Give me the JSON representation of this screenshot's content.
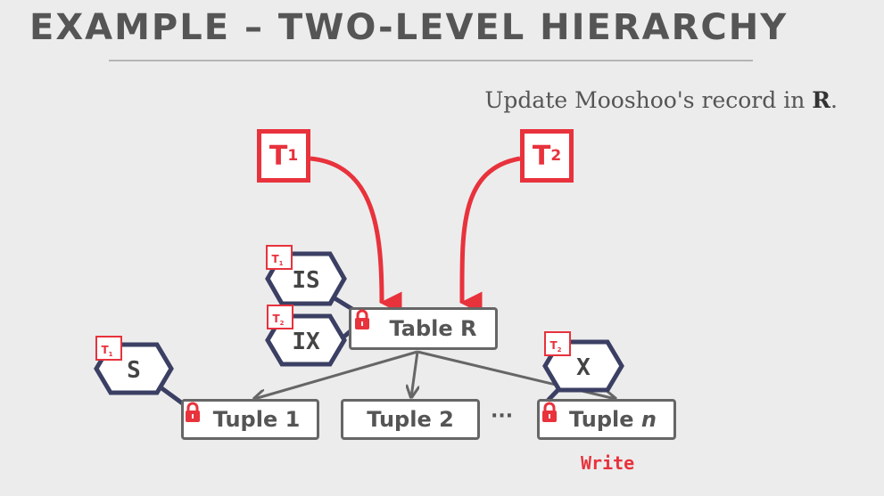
{
  "slide": {
    "title": "EXAMPLE – TWO-LEVEL HIERARCHY",
    "subtitle_prefix": "Update Mooshoo's record in ",
    "subtitle_bold": "R",
    "subtitle_suffix": "."
  },
  "transactions": {
    "t1": {
      "letter": "T",
      "subscript": "1"
    },
    "t2": {
      "letter": "T",
      "subscript": "2"
    }
  },
  "lock_tags": {
    "is": {
      "mode": "IS",
      "owner": "T1"
    },
    "ix": {
      "mode": "IX",
      "owner": "T2"
    },
    "s": {
      "mode": "S",
      "owner": "T1"
    },
    "x": {
      "mode": "X",
      "owner": "T2"
    }
  },
  "nodes": {
    "table": "Table R",
    "tuple1": "Tuple 1",
    "tuple2": "Tuple 2",
    "tuplen_prefix": "Tuple ",
    "tuplen_italic": "n"
  },
  "ellipsis": "···",
  "action_label": "Write",
  "colors": {
    "accent": "#e8323c",
    "hex_border": "#3b3f63",
    "text": "#555555",
    "box_border": "#666666"
  }
}
